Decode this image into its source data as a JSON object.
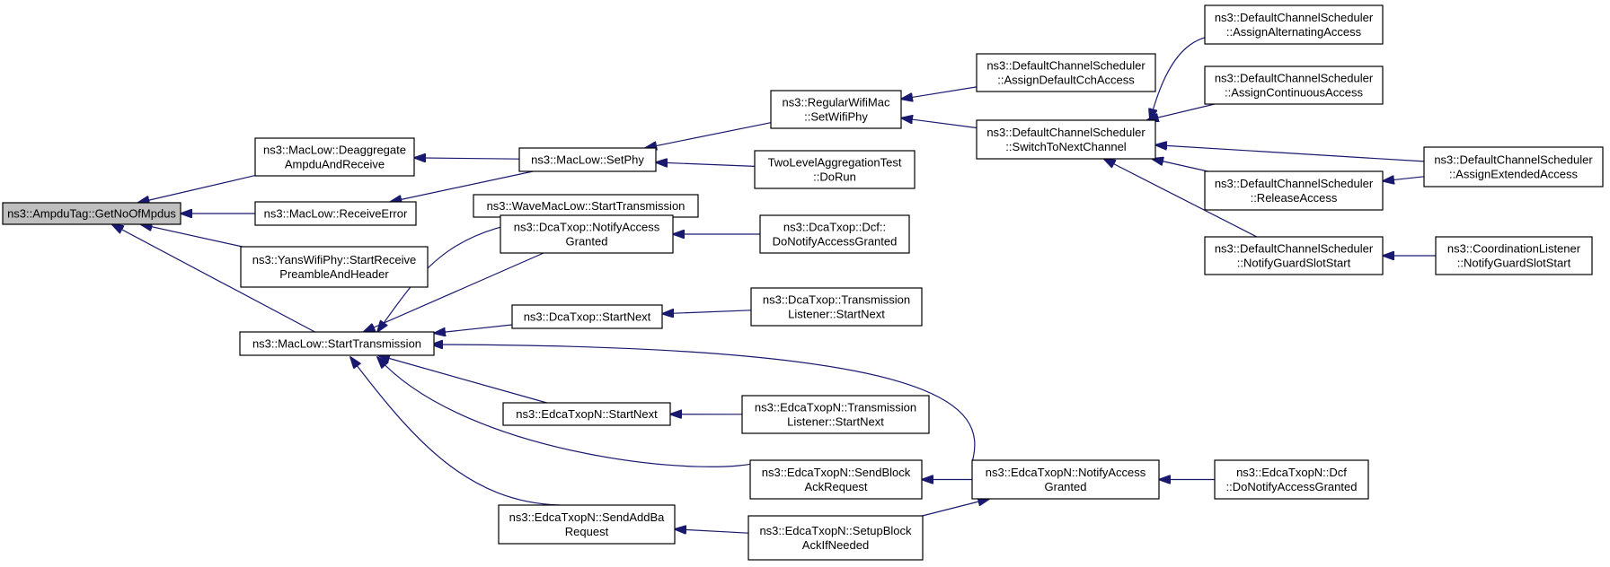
{
  "colors": {
    "edge": "#191970",
    "root_fill": "#bfbfbf",
    "node_fill": "#ffffff",
    "border": "#000000"
  },
  "nodes": [
    {
      "id": "n0",
      "lines": [
        "ns3::AmpduTag::GetNoOfMpdus"
      ]
    },
    {
      "id": "n1",
      "lines": [
        "ns3::MacLow::Deaggregate",
        "AmpduAndReceive"
      ]
    },
    {
      "id": "n2",
      "lines": [
        "ns3::MacLow::ReceiveError"
      ]
    },
    {
      "id": "n3",
      "lines": [
        "ns3::YansWifiPhy::StartReceive",
        "PreambleAndHeader"
      ]
    },
    {
      "id": "n4",
      "lines": [
        "ns3::MacLow::StartTransmission"
      ]
    },
    {
      "id": "n5",
      "lines": [
        "ns3::MacLow::SetPhy"
      ]
    },
    {
      "id": "n6",
      "lines": [
        "ns3::RegularWifiMac",
        "::SetWifiPhy"
      ]
    },
    {
      "id": "n7",
      "lines": [
        "TwoLevelAggregationTest",
        "::DoRun"
      ]
    },
    {
      "id": "n8",
      "lines": [
        "ns3::DefaultChannelScheduler",
        "::AssignDefaultCchAccess"
      ]
    },
    {
      "id": "n9",
      "lines": [
        "ns3::DefaultChannelScheduler",
        "::SwitchToNextChannel"
      ]
    },
    {
      "id": "n10",
      "lines": [
        "ns3::DefaultChannelScheduler",
        "::AssignAlternatingAccess"
      ]
    },
    {
      "id": "n11",
      "lines": [
        "ns3::DefaultChannelScheduler",
        "::AssignContinuousAccess"
      ]
    },
    {
      "id": "n12",
      "lines": [
        "ns3::DefaultChannelScheduler",
        "::AssignExtendedAccess"
      ]
    },
    {
      "id": "n13",
      "lines": [
        "ns3::DefaultChannelScheduler",
        "::ReleaseAccess"
      ]
    },
    {
      "id": "n14",
      "lines": [
        "ns3::DefaultChannelScheduler",
        "::NotifyGuardSlotStart"
      ]
    },
    {
      "id": "n15",
      "lines": [
        "ns3::CoordinationListener",
        "::NotifyGuardSlotStart"
      ]
    },
    {
      "id": "n16",
      "lines": [
        "ns3::WaveMacLow::StartTransmission"
      ]
    },
    {
      "id": "n17",
      "lines": [
        "ns3::DcaTxop::NotifyAccess",
        "Granted"
      ]
    },
    {
      "id": "n18",
      "lines": [
        "ns3::DcaTxop::Dcf::",
        "DoNotifyAccessGranted"
      ]
    },
    {
      "id": "n19",
      "lines": [
        "ns3::DcaTxop::StartNext"
      ]
    },
    {
      "id": "n20",
      "lines": [
        "ns3::DcaTxop::Transmission",
        "Listener::StartNext"
      ]
    },
    {
      "id": "n21",
      "lines": [
        "ns3::EdcaTxopN::StartNext"
      ]
    },
    {
      "id": "n22",
      "lines": [
        "ns3::EdcaTxopN::Transmission",
        "Listener::StartNext"
      ]
    },
    {
      "id": "n23",
      "lines": [
        "ns3::EdcaTxopN::SendBlock",
        "AckRequest"
      ]
    },
    {
      "id": "n24",
      "lines": [
        "ns3::EdcaTxopN::NotifyAccess",
        "Granted"
      ]
    },
    {
      "id": "n25",
      "lines": [
        "ns3::EdcaTxopN::Dcf",
        "::DoNotifyAccessGranted"
      ]
    },
    {
      "id": "n26",
      "lines": [
        "ns3::EdcaTxopN::SendAddBa",
        "Request"
      ]
    },
    {
      "id": "n27",
      "lines": [
        "ns3::EdcaTxopN::SetupBlock",
        "AckIfNeeded"
      ]
    }
  ],
  "edges": [
    {
      "from": "n1",
      "to": "n0"
    },
    {
      "from": "n2",
      "to": "n0"
    },
    {
      "from": "n3",
      "to": "n0"
    },
    {
      "from": "n4",
      "to": "n0"
    },
    {
      "from": "n5",
      "to": "n1"
    },
    {
      "from": "n5",
      "to": "n2"
    },
    {
      "from": "n6",
      "to": "n5"
    },
    {
      "from": "n7",
      "to": "n5"
    },
    {
      "from": "n8",
      "to": "n6"
    },
    {
      "from": "n9",
      "to": "n6"
    },
    {
      "from": "n10",
      "to": "n9"
    },
    {
      "from": "n11",
      "to": "n9"
    },
    {
      "from": "n12",
      "to": "n9"
    },
    {
      "from": "n13",
      "to": "n9"
    },
    {
      "from": "n14",
      "to": "n9"
    },
    {
      "from": "n12",
      "to": "n13"
    },
    {
      "from": "n15",
      "to": "n14"
    },
    {
      "from": "n16",
      "to": "n4"
    },
    {
      "from": "n17",
      "to": "n4"
    },
    {
      "from": "n19",
      "to": "n4"
    },
    {
      "from": "n21",
      "to": "n4"
    },
    {
      "from": "n23",
      "to": "n4"
    },
    {
      "from": "n24",
      "to": "n4"
    },
    {
      "from": "n26",
      "to": "n4"
    },
    {
      "from": "n18",
      "to": "n17"
    },
    {
      "from": "n20",
      "to": "n19"
    },
    {
      "from": "n22",
      "to": "n21"
    },
    {
      "from": "n24",
      "to": "n23"
    },
    {
      "from": "n25",
      "to": "n24"
    },
    {
      "from": "n27",
      "to": "n24"
    },
    {
      "from": "n27",
      "to": "n26"
    }
  ]
}
